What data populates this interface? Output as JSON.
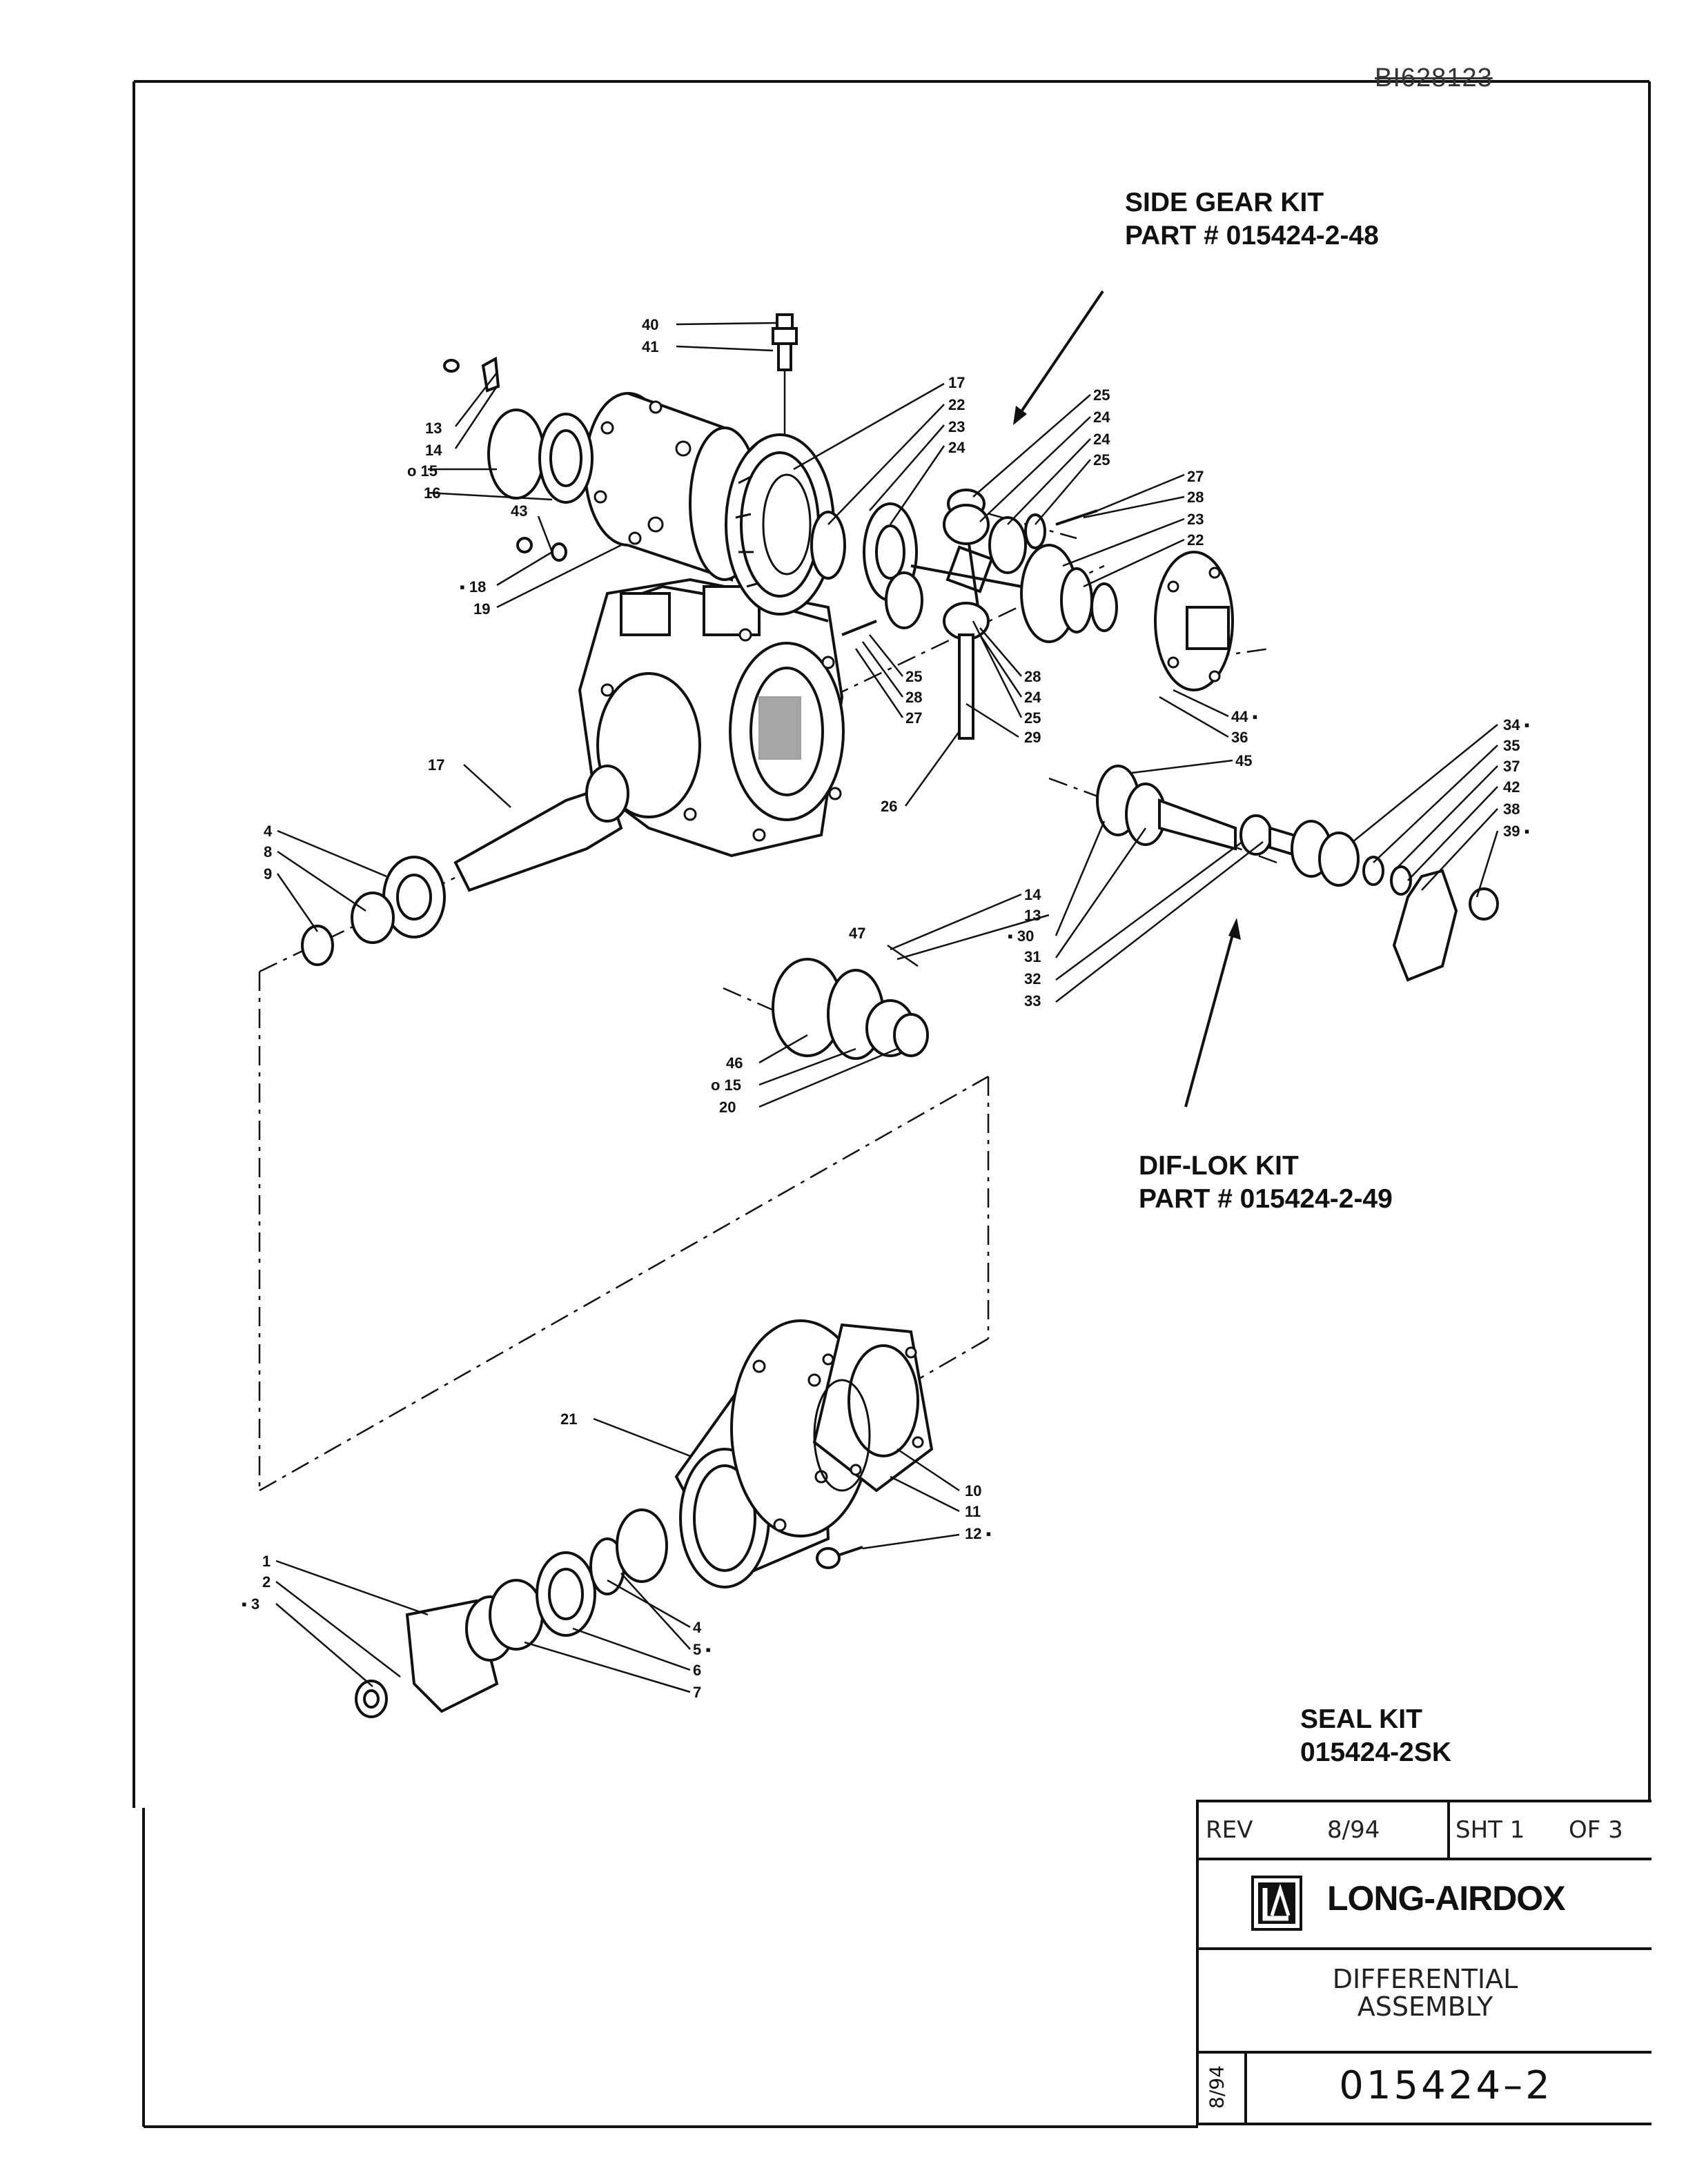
{
  "document_number": "BI628123",
  "kits": {
    "side_gear": {
      "name": "SIDE GEAR KIT",
      "part": "PART # 015424-2-48"
    },
    "dif_lok": {
      "name": "DIF-LOK KIT",
      "part": "PART # 015424-2-49"
    },
    "seal": {
      "name": "SEAL KIT",
      "part": "015424-2SK"
    }
  },
  "callouts": {
    "c40": "40",
    "c41": "41",
    "c13a": "13",
    "c14a": "14",
    "c15a": "o 15",
    "c16": "16",
    "c43": "43",
    "c18": "▪ 18",
    "c19": "19",
    "c17a": "17",
    "c22a": "22",
    "c23a": "23",
    "c24a": "24",
    "c25a": "25",
    "c24b": "24",
    "c24c": "24",
    "c25b": "25",
    "c27a": "27",
    "c28a": "28",
    "c23b": "23",
    "c22b": "22",
    "c25c": "25",
    "c28b": "28",
    "c27b": "27",
    "c28c": "28",
    "c24d": "24",
    "c25d": "25",
    "c29": "29",
    "c44": "44 ▪",
    "c36": "36",
    "c45": "45",
    "c26": "26",
    "c17b": "17",
    "c4a": "4",
    "c8": "8",
    "c9": "9",
    "c34": "34 ▪",
    "c35": "35",
    "c37": "37",
    "c42": "42",
    "c38": "38",
    "c39": "39 ▪",
    "c14b": "14",
    "c13b": "13",
    "c30": "▪ 30",
    "c31": "31",
    "c32": "32",
    "c33": "33",
    "c47": "47",
    "c46": "46",
    "c15b": "o 15",
    "c20": "20",
    "c21": "21",
    "c10": "10",
    "c11": "11",
    "c12": "12 ▪",
    "c1": "1",
    "c2": "2",
    "c3": "▪ 3",
    "c4b": "4",
    "c5": "5 ▪",
    "c6": "6",
    "c7": "7"
  },
  "title_block": {
    "rev_label": "REV",
    "rev_date": "8/94",
    "sheet": "SHT 1",
    "of": "OF 3",
    "company": "LONG-AIRDOX",
    "title_line1": "DIFFERENTIAL",
    "title_line2": "ASSEMBLY",
    "drawing_number": "015424–2",
    "side_date": "8/94"
  }
}
